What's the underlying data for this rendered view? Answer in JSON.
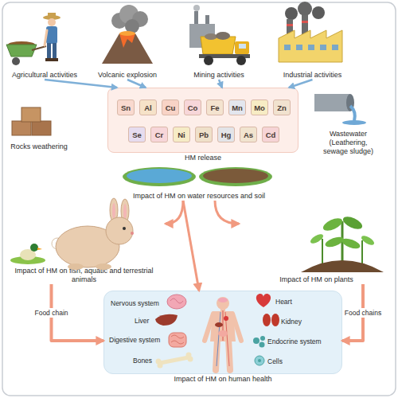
{
  "diagram": {
    "nodes": [
      {
        "text": [
          "Agricultural activities"
        ]
      },
      {
        "text": [
          "Volcanic explosion"
        ]
      },
      {
        "text": [
          "Mining activities"
        ]
      },
      {
        "text": [
          "Industrial activities"
        ]
      },
      {
        "text": [
          "Rocks weathering"
        ]
      },
      {
        "text": [
          "HM release"
        ]
      },
      {
        "text": [
          "Sn"
        ],
        "in": 5
      },
      {
        "text": [
          "Al"
        ],
        "in": 5
      },
      {
        "text": [
          "Cu"
        ],
        "in": 5
      },
      {
        "text": [
          "Co"
        ],
        "in": 5
      },
      {
        "text": [
          "Fe"
        ],
        "in": 5
      },
      {
        "text": [
          "Mn"
        ],
        "in": 5
      },
      {
        "text": [
          "Mo"
        ],
        "in": 5
      },
      {
        "text": [
          "Zn"
        ],
        "in": 5
      },
      {
        "text": [
          "Se"
        ],
        "in": 5
      },
      {
        "text": [
          "Cr"
        ],
        "in": 5
      },
      {
        "text": [
          "Ni"
        ],
        "in": 5
      },
      {
        "text": [
          "Pb"
        ],
        "in": 5
      },
      {
        "text": [
          "Hg"
        ],
        "in": 5
      },
      {
        "text": [
          "As"
        ],
        "in": 5
      },
      {
        "text": [
          "Cd"
        ],
        "in": 5
      },
      {
        "text": [
          "Wastewater (Leathering, sewage sludge)"
        ]
      },
      {
        "text": [
          "Impact of HM on water resources and soil"
        ]
      },
      {
        "text": [
          "Impact of HM on fish, aquatic and terrestrial animals"
        ]
      },
      {
        "text": [
          "Impact of HM on plants"
        ]
      },
      {
        "text": [
          "Nervous system",
          "Heart",
          "Liver",
          "Kidney",
          "Digestive system",
          "Endocrine system",
          "Bones",
          "Cells",
          "Impact of HM on human health"
        ]
      }
    ],
    "edges": [
      {
        "from": 0,
        "to": 5,
        "arrow": "to"
      },
      {
        "from": 1,
        "to": 5,
        "arrow": "to"
      },
      {
        "from": 2,
        "to": 5,
        "arrow": "to"
      },
      {
        "from": 3,
        "to": 5,
        "arrow": "to"
      },
      {
        "from": 22,
        "to": 23,
        "arrow": "to"
      },
      {
        "from": 22,
        "to": 24,
        "arrow": "to"
      },
      {
        "from": 22,
        "to": 25,
        "arrow": "to"
      },
      {
        "from": 23,
        "to": 25,
        "label": "Food chain",
        "arrow": "to"
      },
      {
        "from": 24,
        "to": 25,
        "label": "Food chains",
        "arrow": "to"
      }
    ]
  }
}
